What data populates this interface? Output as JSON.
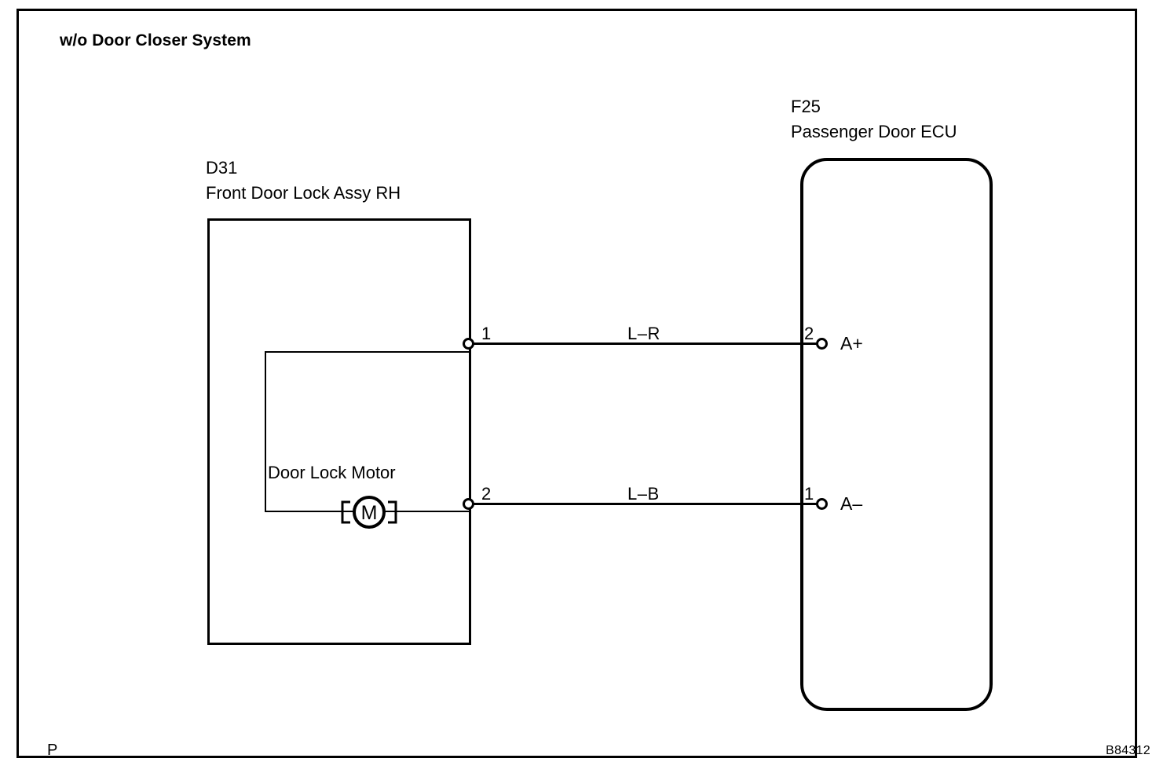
{
  "diagram": {
    "title": "w/o Door Closer System",
    "page_mark": "P",
    "figure_code": "B84312"
  },
  "components": {
    "door_lock": {
      "code": "D31",
      "name": "Front Door Lock Assy RH",
      "inner_caption": "Door Lock Motor",
      "motor_symbol": "M"
    },
    "ecu": {
      "code": "F25",
      "name": "Passenger Door ECU"
    }
  },
  "connections": [
    {
      "wire_code": "L-R",
      "left_pin": "1",
      "right_pin": "2",
      "terminal": "A+"
    },
    {
      "wire_code": "L-B",
      "left_pin": "2",
      "right_pin": "1",
      "terminal": "A-"
    }
  ],
  "colors": {
    "line": "#000000",
    "background": "#ffffff"
  }
}
